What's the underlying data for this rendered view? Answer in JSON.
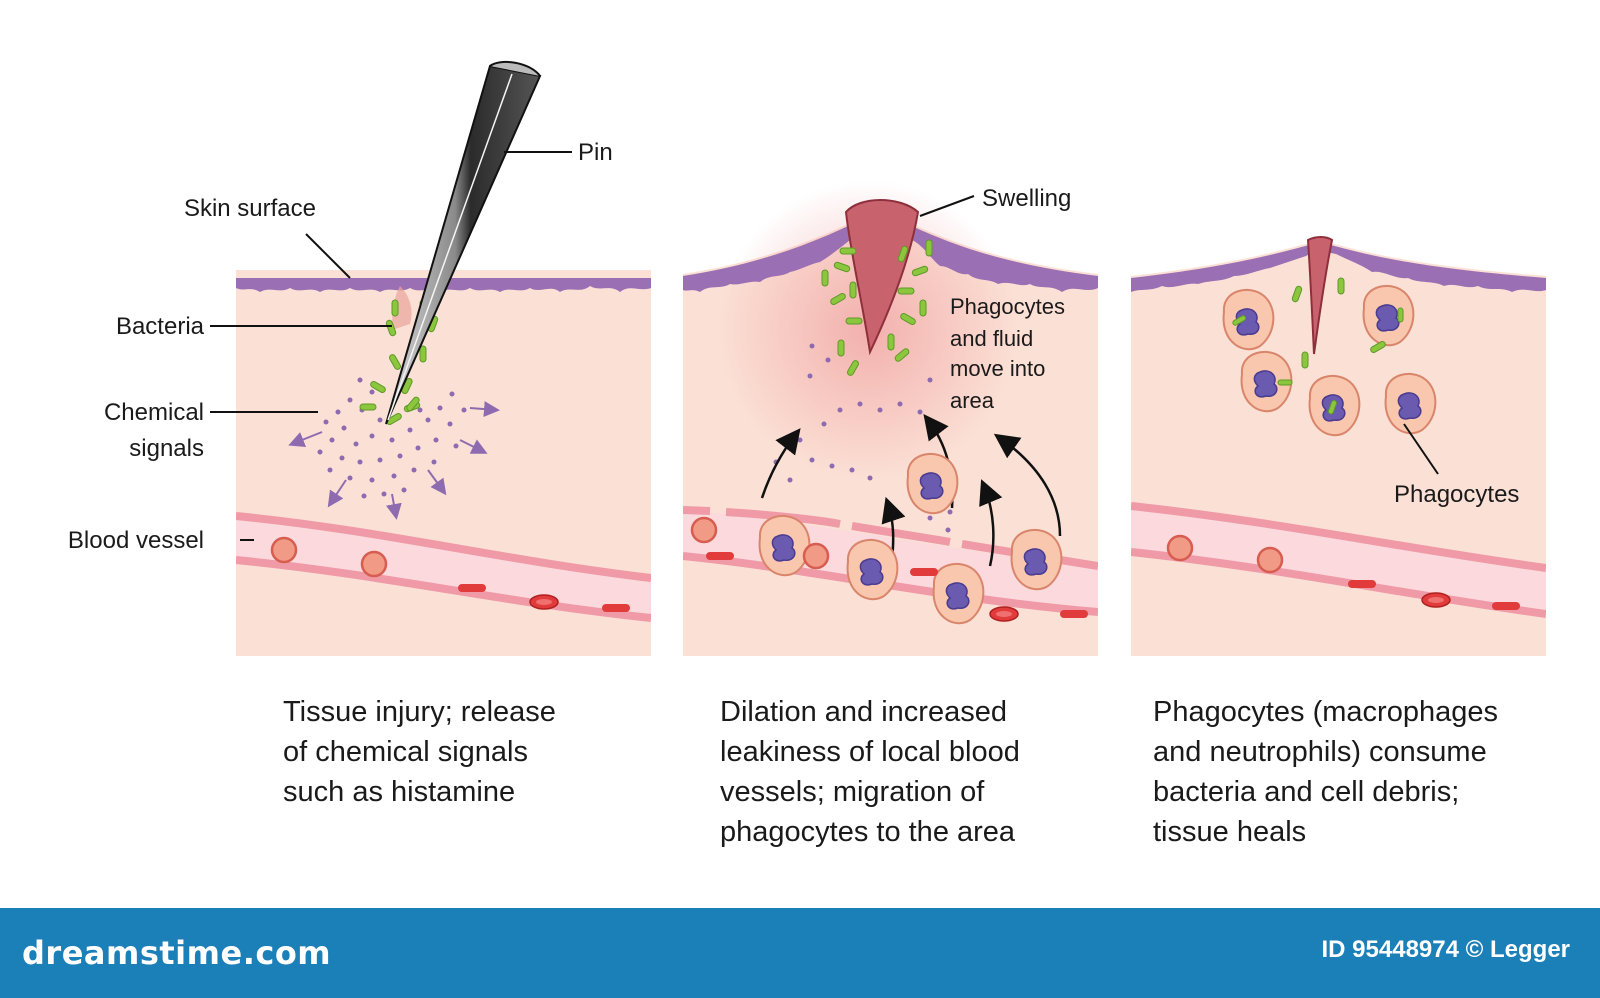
{
  "labels": {
    "pin": "Pin",
    "skin_surface": "Skin surface",
    "bacteria": "Bacteria",
    "chemical_signals": [
      "Chemical",
      "signals"
    ],
    "blood_vessel": "Blood vessel",
    "swelling": "Swelling",
    "phagocytes_fluid": [
      "Phagocytes",
      "and fluid",
      "move into",
      "area"
    ],
    "phagocytes": "Phagocytes"
  },
  "captions": [
    [
      "Tissue injury; release",
      "of chemical signals",
      "such as histamine"
    ],
    [
      "Dilation and increased",
      "leakiness of local blood",
      "vessels; migration of",
      "phagocytes to the area"
    ],
    [
      "Phagocytes (macrophages",
      "and neutrophils) consume",
      "bacteria and cell debris;",
      "tissue heals"
    ]
  ],
  "footer": {
    "brand": "dreamstime.com",
    "credit": "ID 95448974 © Legger"
  },
  "colors": {
    "tissue": "#fbe0d5",
    "skin_line": "#9b6fb3",
    "vessel_wall": "#ef9aa6",
    "vessel_lumen": "#fbd9dc",
    "bacteria": "#8cc63f",
    "signal_dot": "#8e6bb0",
    "swelling": "#c8636e",
    "phagocyte": "#f9c7ad",
    "nucleus": "#6a5bb0",
    "footer": "#1b7fb8"
  }
}
